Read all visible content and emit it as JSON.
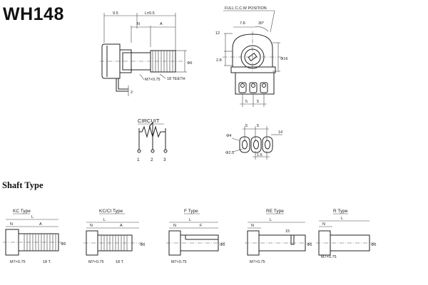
{
  "model": "WH148",
  "section_title": "Shaft Type",
  "side_view": {
    "dim_left": "9.5",
    "dim_right": "L±0.5",
    "dim_n": "N",
    "dim_a": "A",
    "dim_dia": "Φ6",
    "dim_terminal": "2",
    "thread": "M7×0.75",
    "teeth": "18 TEETH"
  },
  "front_view": {
    "ccw_label": "FULL C.C.W POSITION",
    "dim_78": "7.8",
    "dim_angle": "30°",
    "dim_12": "12",
    "dim_28": "2.8",
    "dim_dia": "Φ16",
    "dim_pitch_a": "5",
    "dim_pitch_b": "5"
  },
  "circuit": {
    "label": "CIRCUIT",
    "pins": [
      "1",
      "2",
      "3"
    ]
  },
  "pcb": {
    "dim_5a": "5",
    "dim_5b": "5",
    "dim_14": "14",
    "dim_dia4": "Φ4",
    "dim_dia25": "Φ2.5",
    "dim_15": "1.5"
  },
  "shafts": [
    {
      "name": "KC Type",
      "dim_l": "L",
      "dim_n": "N",
      "dim_a": "A",
      "dim_dia": "Φ6",
      "thread": "M7×0.75",
      "teeth": "18 T."
    },
    {
      "name": "KC/CI Type",
      "dim_l": "L",
      "dim_n": "N",
      "dim_a": "A",
      "dim_dia": "Φ6",
      "thread": "M7×0.75",
      "teeth": "18 T."
    },
    {
      "name": "F Type",
      "dim_l": "L",
      "dim_n": "N",
      "dim_f": "F",
      "dim_dia": "Φ6",
      "thread": "M7×0.75"
    },
    {
      "name": "RE Type",
      "dim_l": "L",
      "dim_n": "N",
      "dim_15": "15",
      "dim_dia": "Φ6",
      "thread": "M7×0.75"
    },
    {
      "name": "R Type",
      "dim_l": "L",
      "dim_n": "N",
      "dim_dia": "Φ6",
      "thread": "M7×0.75"
    }
  ]
}
